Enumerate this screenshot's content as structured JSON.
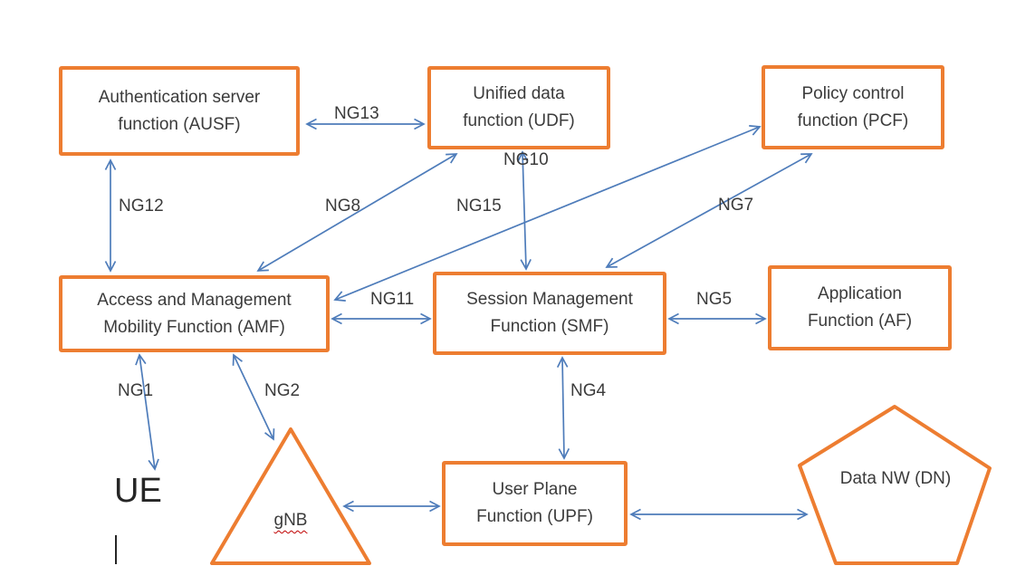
{
  "colors": {
    "box_border": "#ed7d31",
    "arrow": "#4e7cba",
    "text": "#3b3b3b",
    "spellcheck_underline": "#c00000",
    "background": "#ffffff"
  },
  "nodes": {
    "ausf": {
      "line1": "Authentication server",
      "line2": "function (AUSF)"
    },
    "udf": {
      "line1": "Unified data",
      "line2": "function (UDF)"
    },
    "pcf": {
      "line1": "Policy control",
      "line2": "function (PCF)"
    },
    "amf": {
      "line1": "Access and Management",
      "line2": "Mobility Function (AMF)"
    },
    "smf": {
      "line1": "Session Management",
      "line2": "Function (SMF)"
    },
    "af": {
      "line1": "Application",
      "line2": "Function (AF)"
    },
    "upf": {
      "line1": "User Plane",
      "line2": "Function (UPF)"
    },
    "gnb": {
      "label": "gNB"
    },
    "dn": {
      "line1": "Data NW",
      "line2": "(DN)"
    },
    "ue": {
      "label": "UE"
    },
    "cursor": {
      "glyph": "|"
    }
  },
  "connections": [
    {
      "label": "NG13",
      "from": "ausf",
      "to": "udf"
    },
    {
      "label": "NG12",
      "from": "ausf",
      "to": "amf"
    },
    {
      "label": "NG8",
      "from": "udf",
      "to": "amf"
    },
    {
      "label": "NG10",
      "from": "udf",
      "to": "smf"
    },
    {
      "label": "NG15",
      "from": "amf",
      "to": "pcf"
    },
    {
      "label": "NG7",
      "from": "smf",
      "to": "pcf"
    },
    {
      "label": "NG11",
      "from": "amf",
      "to": "smf"
    },
    {
      "label": "NG5",
      "from": "smf",
      "to": "af"
    },
    {
      "label": "NG1",
      "from": "amf",
      "to": "ue"
    },
    {
      "label": "NG2",
      "from": "amf",
      "to": "gnb"
    },
    {
      "label": "NG4",
      "from": "smf",
      "to": "upf"
    },
    {
      "from": "gnb",
      "to": "upf"
    },
    {
      "from": "upf",
      "to": "dn"
    }
  ]
}
